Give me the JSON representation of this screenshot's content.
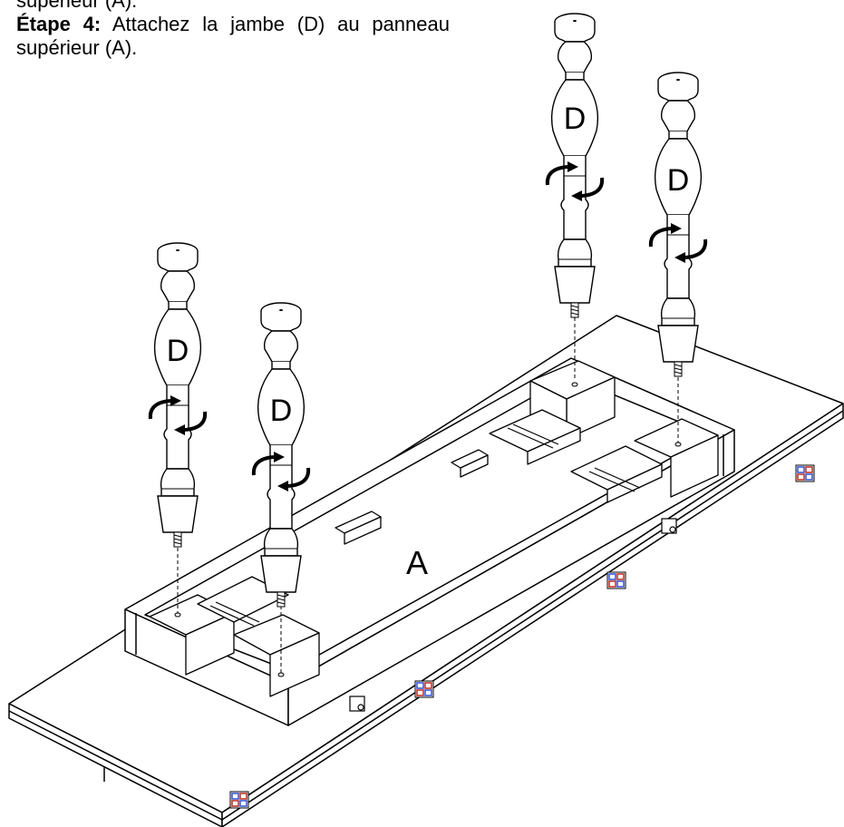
{
  "instruction": {
    "previous_fragment": "supérieur (A).",
    "step_label": "Étape 4:",
    "text": "Attachez la jambe (D) au panneau supérieur (A)."
  },
  "labels": {
    "panel": "A",
    "legs": [
      "D",
      "D",
      "D",
      "D"
    ]
  },
  "colors": {
    "line": "#000000",
    "background": "#ffffff",
    "hinge_blue": "#3b5bd6",
    "hinge_red": "#c0392b"
  },
  "icons": [
    "rotate-arrow-icon",
    "screw-icon",
    "hinge-icon",
    "latch-icon"
  ]
}
